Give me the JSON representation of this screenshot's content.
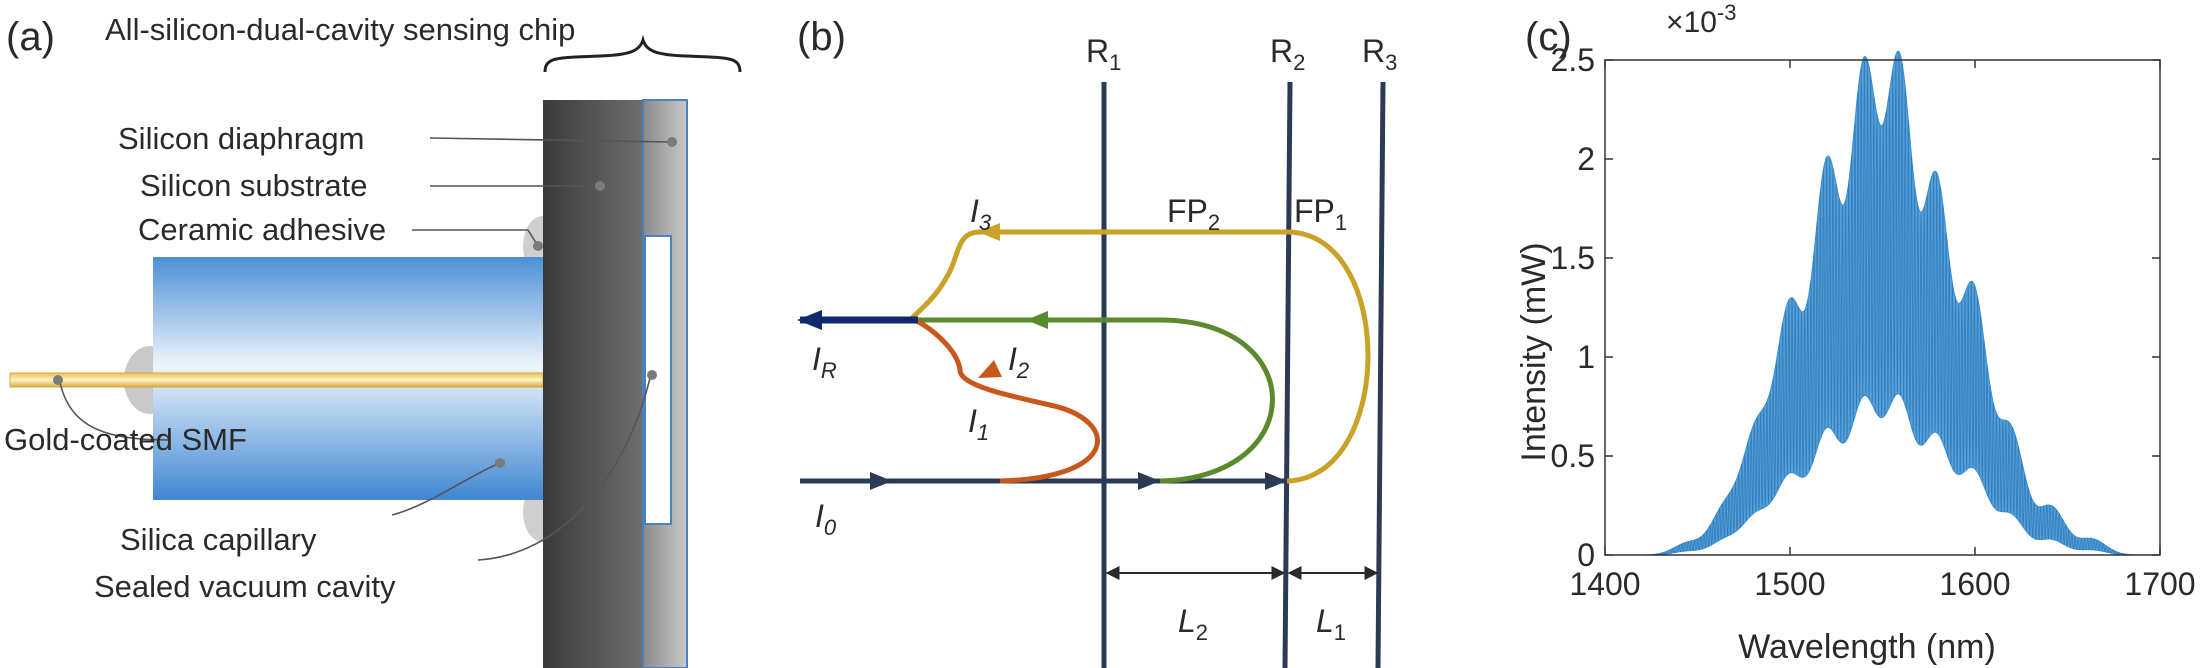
{
  "panel_a": {
    "label": "(a)",
    "title": "All-silicon-dual-cavity sensing chip",
    "callouts": {
      "diaphragm": "Silicon diaphragm",
      "substrate": "Silicon substrate",
      "adhesive": "Ceramic adhesive",
      "smf": "Gold-coated SMF",
      "capillary": "Silica capillary",
      "cavity": "Sealed vacuum cavity"
    }
  },
  "panel_b": {
    "label": "(b)",
    "mirrors": {
      "r1": "R",
      "r1_sub": "1",
      "r2": "R",
      "r2_sub": "2",
      "r3": "R",
      "r3_sub": "3"
    },
    "cavities": {
      "fp2": "FP",
      "fp2_sub": "2",
      "fp1": "FP",
      "fp1_sub": "1"
    },
    "beams": {
      "i0": "I",
      "i0_sub": "0",
      "i1": "I",
      "i1_sub": "1",
      "i2": "I",
      "i2_sub": "2",
      "i3": "I",
      "i3_sub": "3",
      "ir": "I",
      "ir_sub": "R"
    },
    "lengths": {
      "l1": "L",
      "l1_sub": "1",
      "l2": "L",
      "l2_sub": "2"
    },
    "colors": {
      "i0": "#2b3a55",
      "i1": "#c8571c",
      "i2": "#5a8a2e",
      "i3": "#c9a227",
      "ir": "#0f2a6a",
      "mirror": "#2b3a55"
    }
  },
  "chart_data": {
    "type": "area",
    "panel_label": "(c)",
    "xlabel": "Wavelength (nm)",
    "ylabel": "Intensity (mW)",
    "y_exponent": "×10",
    "y_exponent_power": "-3",
    "xlim": [
      1400,
      1700
    ],
    "ylim": [
      0,
      2.5
    ],
    "x_ticks": [
      1400,
      1500,
      1600,
      1700
    ],
    "y_ticks": [
      0,
      0.5,
      1,
      1.5,
      2,
      2.5
    ],
    "y_tick_labels": [
      "0",
      "0.5",
      "1",
      "1.5",
      "2",
      "2.5"
    ],
    "grid": false,
    "color": "#3a8fd0",
    "peaks": [
      {
        "x": 1445,
        "y": 0.06
      },
      {
        "x": 1465,
        "y": 0.23
      },
      {
        "x": 1482,
        "y": 0.6
      },
      {
        "x": 1500,
        "y": 1.2
      },
      {
        "x": 1520,
        "y": 1.9
      },
      {
        "x": 1540,
        "y": 2.35
      },
      {
        "x": 1559,
        "y": 2.38
      },
      {
        "x": 1579,
        "y": 1.82
      },
      {
        "x": 1599,
        "y": 1.3
      },
      {
        "x": 1619,
        "y": 0.62
      },
      {
        "x": 1641,
        "y": 0.24
      },
      {
        "x": 1663,
        "y": 0.08
      }
    ]
  }
}
